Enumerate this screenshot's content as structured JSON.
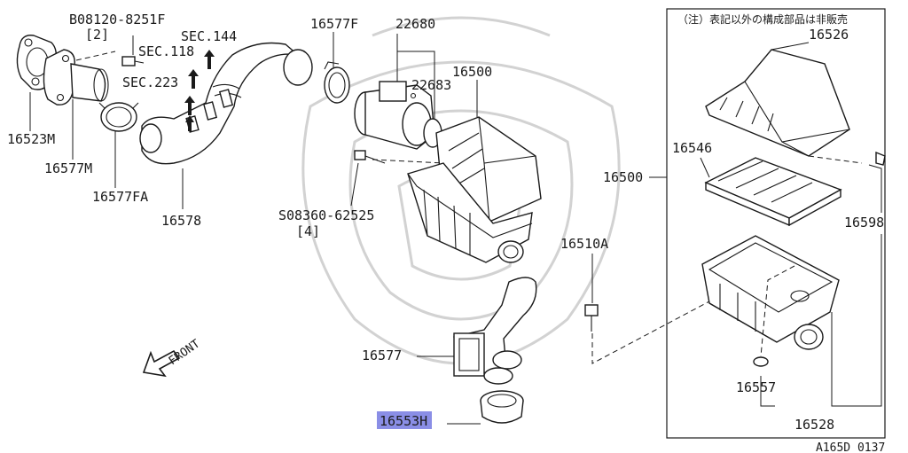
{
  "labels": {
    "bolt1": "B08120-8251F",
    "bolt1_qty": "[2]",
    "sec144": "SEC.144",
    "sec118": "SEC.118",
    "sec223": "SEC.223",
    "p16523M": "16523M",
    "p16577M": "16577M",
    "p16577FA": "16577FA",
    "p16578": "16578",
    "p16577F": "16577F",
    "p22680": "22680",
    "p22683": "22683",
    "p16500a": "16500",
    "screw": "S08360-62525",
    "screw_qty": "[4]",
    "p16510A": "16510A",
    "p16577": "16577",
    "p16553H": "16553H",
    "front": "FRONT",
    "note": "（注）表記以外の構成部品は非販売",
    "p16526": "16526",
    "p16546": "16546",
    "p16500b": "16500",
    "p16598": "16598",
    "p16557": "16557",
    "p16528": "16528",
    "code": "A165D 0137"
  },
  "highlight": {
    "color": "#8a8ee6"
  }
}
